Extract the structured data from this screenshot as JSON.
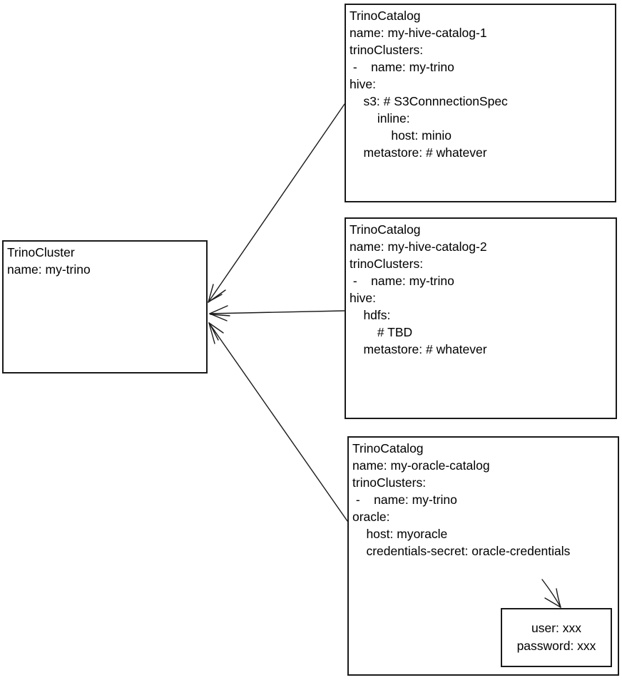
{
  "colors": {
    "background": "#ffffff",
    "stroke": "#1a1a1a",
    "text": "#000000"
  },
  "cluster_box": {
    "lines": [
      "TrinoCluster",
      "name: my-trino"
    ]
  },
  "catalog_boxes": [
    {
      "lines": [
        "TrinoCatalog",
        "name: my-hive-catalog-1",
        "trinoClusters:",
        " -    name: my-trino",
        "hive:",
        "    s3: # S3ConnnectionSpec",
        "        inline:",
        "            host: minio",
        "    metastore: # whatever"
      ]
    },
    {
      "lines": [
        "TrinoCatalog",
        "name: my-hive-catalog-2",
        "trinoClusters:",
        " -    name: my-trino",
        "hive:",
        "    hdfs:",
        "        # TBD",
        "    metastore: # whatever"
      ]
    },
    {
      "lines": [
        "TrinoCatalog",
        "name: my-oracle-catalog",
        "trinoClusters:",
        " -    name: my-trino",
        "oracle:",
        "    host: myoracle",
        "    credentials-secret: oracle-credentials"
      ]
    }
  ],
  "credentials_box": {
    "lines": [
      "user: xxx",
      "password: xxx"
    ]
  },
  "connectors": [
    {
      "from": "trino-catalog-1",
      "to": "trino-cluster",
      "arrowhead_at": "trino-cluster"
    },
    {
      "from": "trino-catalog-2",
      "to": "trino-cluster",
      "arrowhead_at": "trino-cluster"
    },
    {
      "from": "trino-catalog-3",
      "to": "trino-cluster",
      "arrowhead_at": "trino-cluster"
    },
    {
      "from": "credentials-secret",
      "to": "credentials-box",
      "arrowhead_at": "credentials-box"
    }
  ]
}
